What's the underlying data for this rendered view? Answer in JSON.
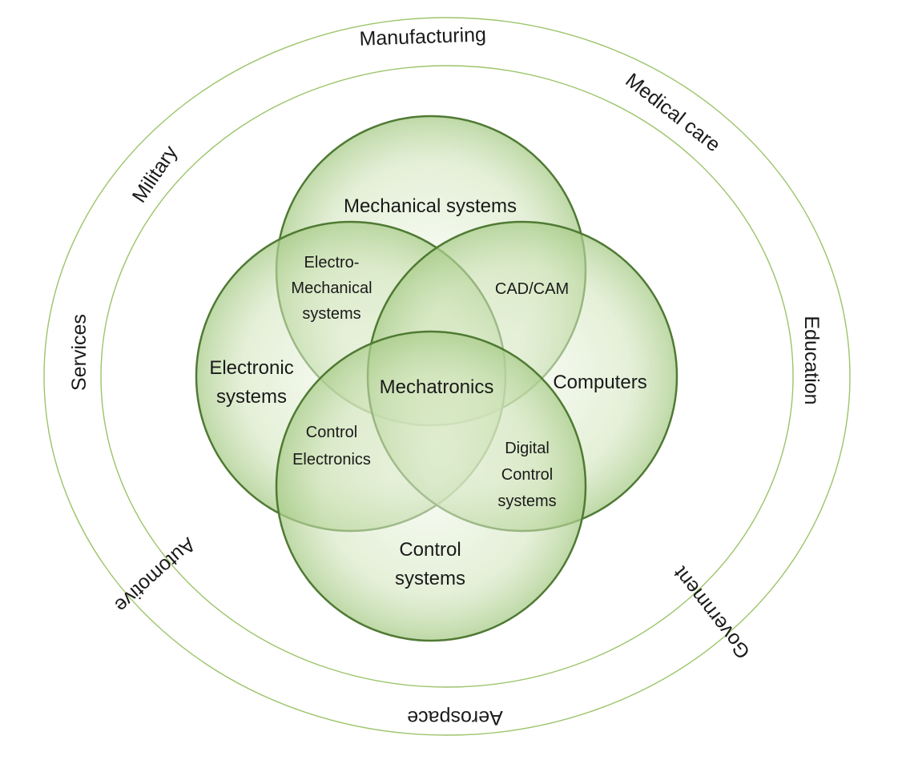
{
  "colors": {
    "ring_stroke": "#9cc46a",
    "circle_stroke": "#4f7a33",
    "circle_fill_center": "#f2f8ea",
    "circle_fill_edge": "#a9cc8a",
    "text": "#1a1a1a"
  },
  "outer_ring_labels": {
    "manufacturing": "Manufacturing",
    "medical_care": "Medical care",
    "education": "Education",
    "government": "Government",
    "aerospace": "Aerospace",
    "automotive": "Automotive",
    "services": "Services",
    "military": "Military"
  },
  "areas": {
    "mechanical": "Mechanical systems",
    "electronic": [
      "Electronic",
      "systems"
    ],
    "computers": "Computers",
    "control": [
      "Control",
      "systems"
    ]
  },
  "overlaps": {
    "electro_mechanical": [
      "Electro-",
      "Mechanical",
      "systems"
    ],
    "cad_cam": "CAD/CAM",
    "control_electronics": [
      "Control",
      "Electronics"
    ],
    "digital_control": [
      "Digital",
      "Control",
      "systems"
    ]
  },
  "center": "Mechatronics"
}
